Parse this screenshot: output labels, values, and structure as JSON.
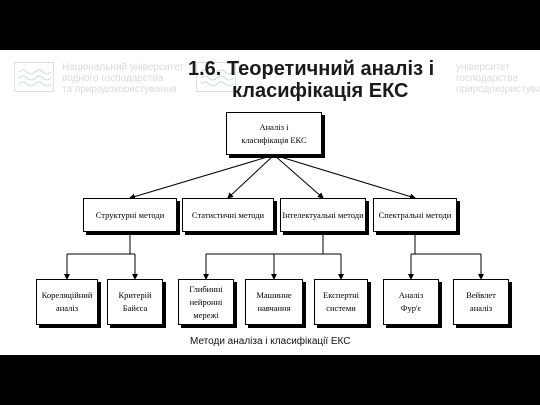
{
  "watermark": {
    "lines": [
      "Національний університет",
      "водного господарства",
      "та природокористування"
    ],
    "lines_right": [
      "університет",
      "господарства",
      "природокористування"
    ]
  },
  "slide": {
    "title_line1": "1.6. Теоретичний аналіз і",
    "title_line2": "класифікація ЕКС",
    "caption": "Методи аналіза і класифікації ЕКС"
  },
  "diagram": {
    "root": {
      "line1": "Аналіз і",
      "line2": "класифікація ЕКС"
    },
    "level1": [
      {
        "label": "Структурні методи"
      },
      {
        "label": "Статистичні методи"
      },
      {
        "label": "Інтелектуальні методи"
      },
      {
        "label": "Спектральні методи"
      }
    ],
    "level2": [
      {
        "label": "Кореляційний аналіз",
        "parent": 0
      },
      {
        "label": "Критерій Байєса",
        "parent": 0
      },
      {
        "label": "Глибинні нейронні мережі",
        "parent": 2
      },
      {
        "label": "Машинне навчання",
        "parent": 2
      },
      {
        "label": "Експертні системи",
        "parent": 2
      },
      {
        "label": "Аналіз Фур'є",
        "parent": 3
      },
      {
        "label": "Вейвлет аналіз",
        "parent": 3
      }
    ]
  }
}
